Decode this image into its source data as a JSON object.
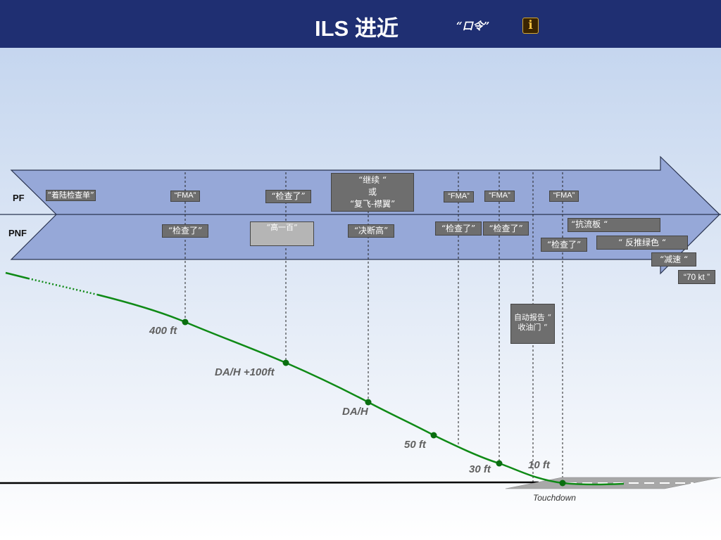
{
  "header": {
    "title": "ILS 进近",
    "subtitle": "“口令”",
    "info_icon": "i"
  },
  "roles": {
    "pf": "PF",
    "pnf": "PNF"
  },
  "pf_callouts": [
    "“着陆检查单”",
    "“FMA”",
    "“检查了”",
    "“继续 “\n或\n“复飞-襟翼”",
    "“FMA”",
    "“FMA”",
    "“FMA”"
  ],
  "pnf_callouts": [
    "“检查了”",
    "“高一百”",
    "“决断高”",
    "“检查了”",
    "“检查了”",
    "“抗流板 “",
    "“检查了”",
    "“ 反推绿色 “",
    "“减速 “",
    "“70 kt ”"
  ],
  "auto_callout": "自动报告 “\n收油门 “",
  "altitudes": [
    "400 ft",
    "DA/H +100ft",
    "DA/H",
    "50 ft",
    "30 ft",
    "10 ft"
  ],
  "touchdown_label": "Touchdown",
  "colors": {
    "header": "#1f2f72",
    "arrow": "#96a8d8",
    "path": "#0f8a16"
  }
}
